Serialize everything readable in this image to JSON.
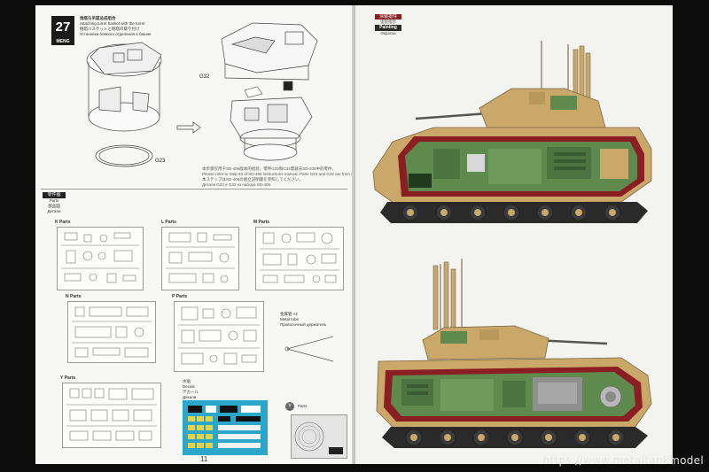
{
  "left_page": {
    "step_number": "27",
    "brand": "MENG",
    "step_title_cn": "炮塔与吊篮总成组合",
    "step_title_en": "Attaching turret basket with the turret",
    "step_title_jp": "砲塔バスケットと砲塔の取り付け",
    "step_title_ru": "Установка боевого отделения в башне",
    "part_callouts": [
      "G32",
      "G23"
    ],
    "note_cn": "本步骤仅用于SD-406版本的组装，零件G23和G32需裁去SD-406中的零件。",
    "note_en": "Please refer to Step 43 of SD-406 instructions manual. Parts G23 and G32 are from SD-406.",
    "note_jp": "本ステップはSD-406の組立説明書を参照してください。",
    "note_ru": "Детали G23 и G32 из набора SD-406.",
    "parts_header_cn": "零件图",
    "parts_header_en": "Parts",
    "parts_header_jp": "部品図",
    "parts_header_ru": "Детали",
    "sprues": [
      {
        "label": "K Parts"
      },
      {
        "label": "L Parts"
      },
      {
        "label": "M Parts"
      },
      {
        "label": "N Parts"
      },
      {
        "label": "P Parts"
      },
      {
        "label": "Y Parts"
      }
    ],
    "decal_label_cn": "水贴",
    "decal_label_en": "Decals",
    "decal_label_jp": "デカール",
    "decal_label_ru": "Декали",
    "stand_label_cn": "金属管 ×2",
    "stand_label_en": "Metal tube",
    "stand_label_ru": "Проволочный держатель",
    "y_parts_label": "Parts",
    "y_badge": "Y",
    "page_number": "11"
  },
  "right_page": {
    "painting_header_cn": "涂装指导",
    "painting_header_jp": "塗装指示",
    "painting_header_en": "Painting",
    "painting_header_ru": "Окраска"
  },
  "watermark": "https://www.metaltankmodel",
  "colors": {
    "desert_tan": "#c9a86a",
    "interior_green": "#5f8a4e",
    "hull_red": "#8a1e22",
    "track_dark": "#2a2a2a"
  }
}
